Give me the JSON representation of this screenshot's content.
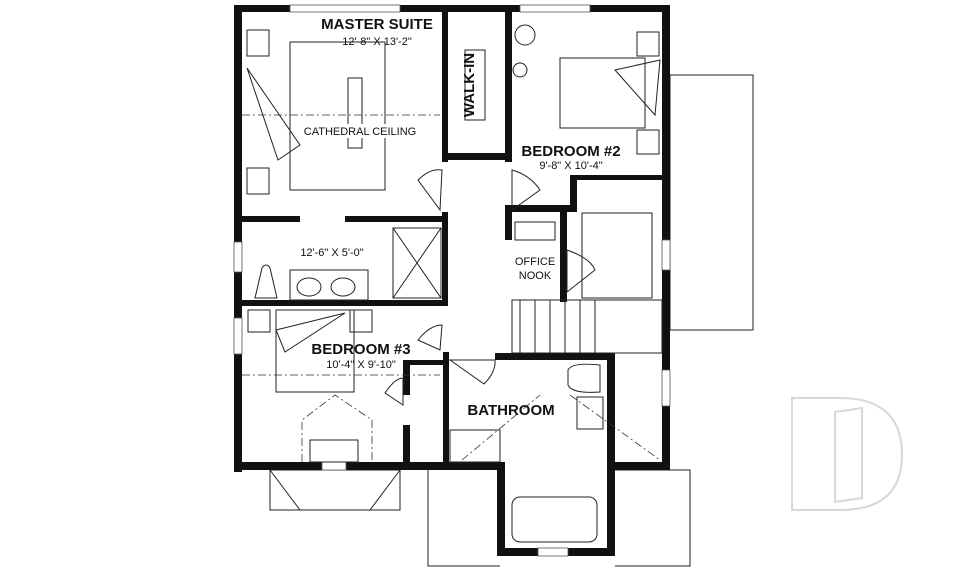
{
  "plan": {
    "rooms": [
      {
        "id": "master",
        "name": "MASTER SUITE",
        "dims": "12'-8\" X 13'-2\""
      },
      {
        "id": "walkin",
        "name": "WALK-IN"
      },
      {
        "id": "bedroom2",
        "name": "BEDROOM #2",
        "dims": "9'-8\" X 10'-4\""
      },
      {
        "id": "ensuite",
        "dims": "12'-6\" X 5'-0\""
      },
      {
        "id": "office",
        "name_line1": "OFFICE",
        "name_line2": "NOOK"
      },
      {
        "id": "bedroom3",
        "name": "BEDROOM #3",
        "dims": "10'-4\" X 9'-10\""
      },
      {
        "id": "bathroom",
        "name": "BATHROOM"
      }
    ],
    "annotations": {
      "cathedral": "CATHEDRAL CEILING"
    },
    "watermark": "D",
    "colors": {
      "wall": "#111111",
      "line": "#222222",
      "watermark": "#d8d8d8"
    }
  }
}
